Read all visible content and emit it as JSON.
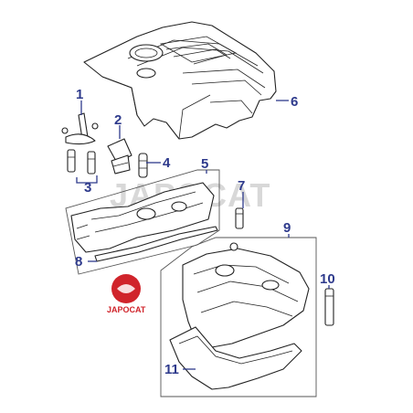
{
  "callouts": [
    {
      "id": "1",
      "label": "1"
    },
    {
      "id": "2",
      "label": "2"
    },
    {
      "id": "3",
      "label": "3"
    },
    {
      "id": "4",
      "label": "4"
    },
    {
      "id": "5",
      "label": "5"
    },
    {
      "id": "6",
      "label": "6"
    },
    {
      "id": "7",
      "label": "7"
    },
    {
      "id": "8",
      "label": "8"
    },
    {
      "id": "9",
      "label": "9"
    },
    {
      "id": "10",
      "label": "10"
    },
    {
      "id": "11",
      "label": "11"
    }
  ],
  "watermark": "JAPOCAT",
  "logo": {
    "text": "JAPOCAT",
    "color": "#d0242b"
  },
  "colors": {
    "callout": "#2e3a8c",
    "line": "#222222",
    "logo": "#d0242b"
  }
}
